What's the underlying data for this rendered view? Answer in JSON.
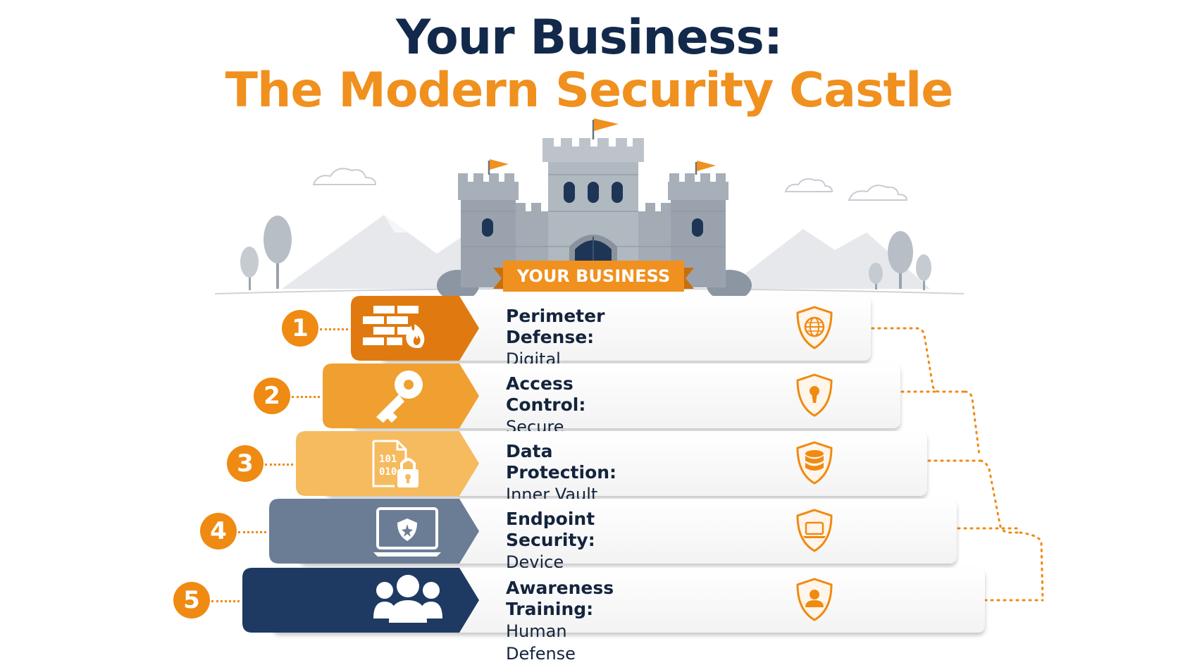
{
  "title": {
    "line1": "Your Business:",
    "line2": "The Modern Security Castle"
  },
  "banner": "YOUR BUSINESS",
  "layers": [
    {
      "number": "1",
      "heading": "Perimeter Defense:",
      "sub": "Digital Walls",
      "icon": "firewall-icon",
      "badge_icon": "globe-shield-icon",
      "color": "#e07a10"
    },
    {
      "number": "2",
      "heading": "Access Control:",
      "sub": "Secure Entry",
      "icon": "key-icon",
      "badge_icon": "keyhole-shield-icon",
      "color": "#f0a030"
    },
    {
      "number": "3",
      "heading": "Data Protection:",
      "sub": "Inner Vault",
      "icon": "encrypted-file-icon",
      "badge_icon": "database-shield-icon",
      "color": "#f5bb5e"
    },
    {
      "number": "4",
      "heading": "Endpoint Security:",
      "sub": "Device Guards",
      "icon": "laptop-shield-icon",
      "badge_icon": "laptop-shield-badge-icon",
      "color": "#6b7d95"
    },
    {
      "number": "5",
      "heading": "Awareness Training:",
      "sub": "Human Defense",
      "icon": "people-icon",
      "badge_icon": "person-shield-icon",
      "color": "#1e3a62"
    }
  ],
  "file_text": {
    "top": "101",
    "bottom": "010"
  },
  "colors": {
    "navy": "#13294b",
    "orange": "#f0901e",
    "stone": "#9aa3ad"
  }
}
